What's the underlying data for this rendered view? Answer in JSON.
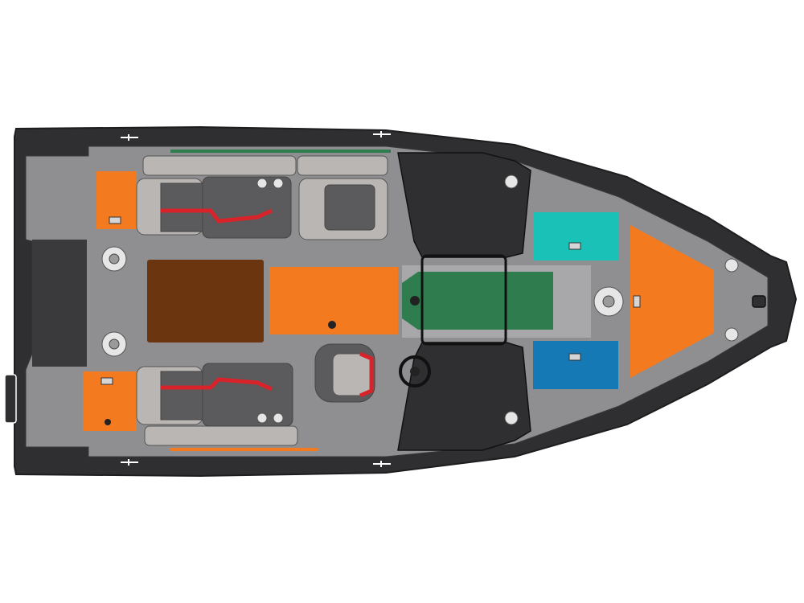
{
  "diagram": {
    "subject": "boat-deck-layout-top-view",
    "colors": {
      "hull": "#2f2f31",
      "deck": "#8f8f91",
      "deck_light": "#a8a8aa",
      "gunwale": "#3a3a3c",
      "seat": "#b9b6b3",
      "seat_dark": "#5b5b5d",
      "accent_red": "#d8232a",
      "orange": "#f47a20",
      "brown": "#6b3510",
      "green": "#2f7d4f",
      "teal": "#19c1b7",
      "blue": "#1479b5",
      "white": "#ffffff"
    },
    "hatches": [
      {
        "name": "aft-port-hatch",
        "color_key": "orange"
      },
      {
        "name": "aft-starboard-hatch",
        "color_key": "orange"
      },
      {
        "name": "cockpit-table",
        "color_key": "brown"
      },
      {
        "name": "center-hatch",
        "color_key": "orange"
      },
      {
        "name": "walkthrough-hatch",
        "color_key": "green"
      },
      {
        "name": "bow-port-hatch",
        "color_key": "teal"
      },
      {
        "name": "bow-starboard-hatch",
        "color_key": "blue"
      },
      {
        "name": "bow-triangle-hatch",
        "color_key": "orange"
      }
    ],
    "trim_strips": [
      {
        "name": "port-trim-strip",
        "color_key": "green"
      },
      {
        "name": "starboard-trim-strip",
        "color_key": "orange"
      }
    ]
  }
}
